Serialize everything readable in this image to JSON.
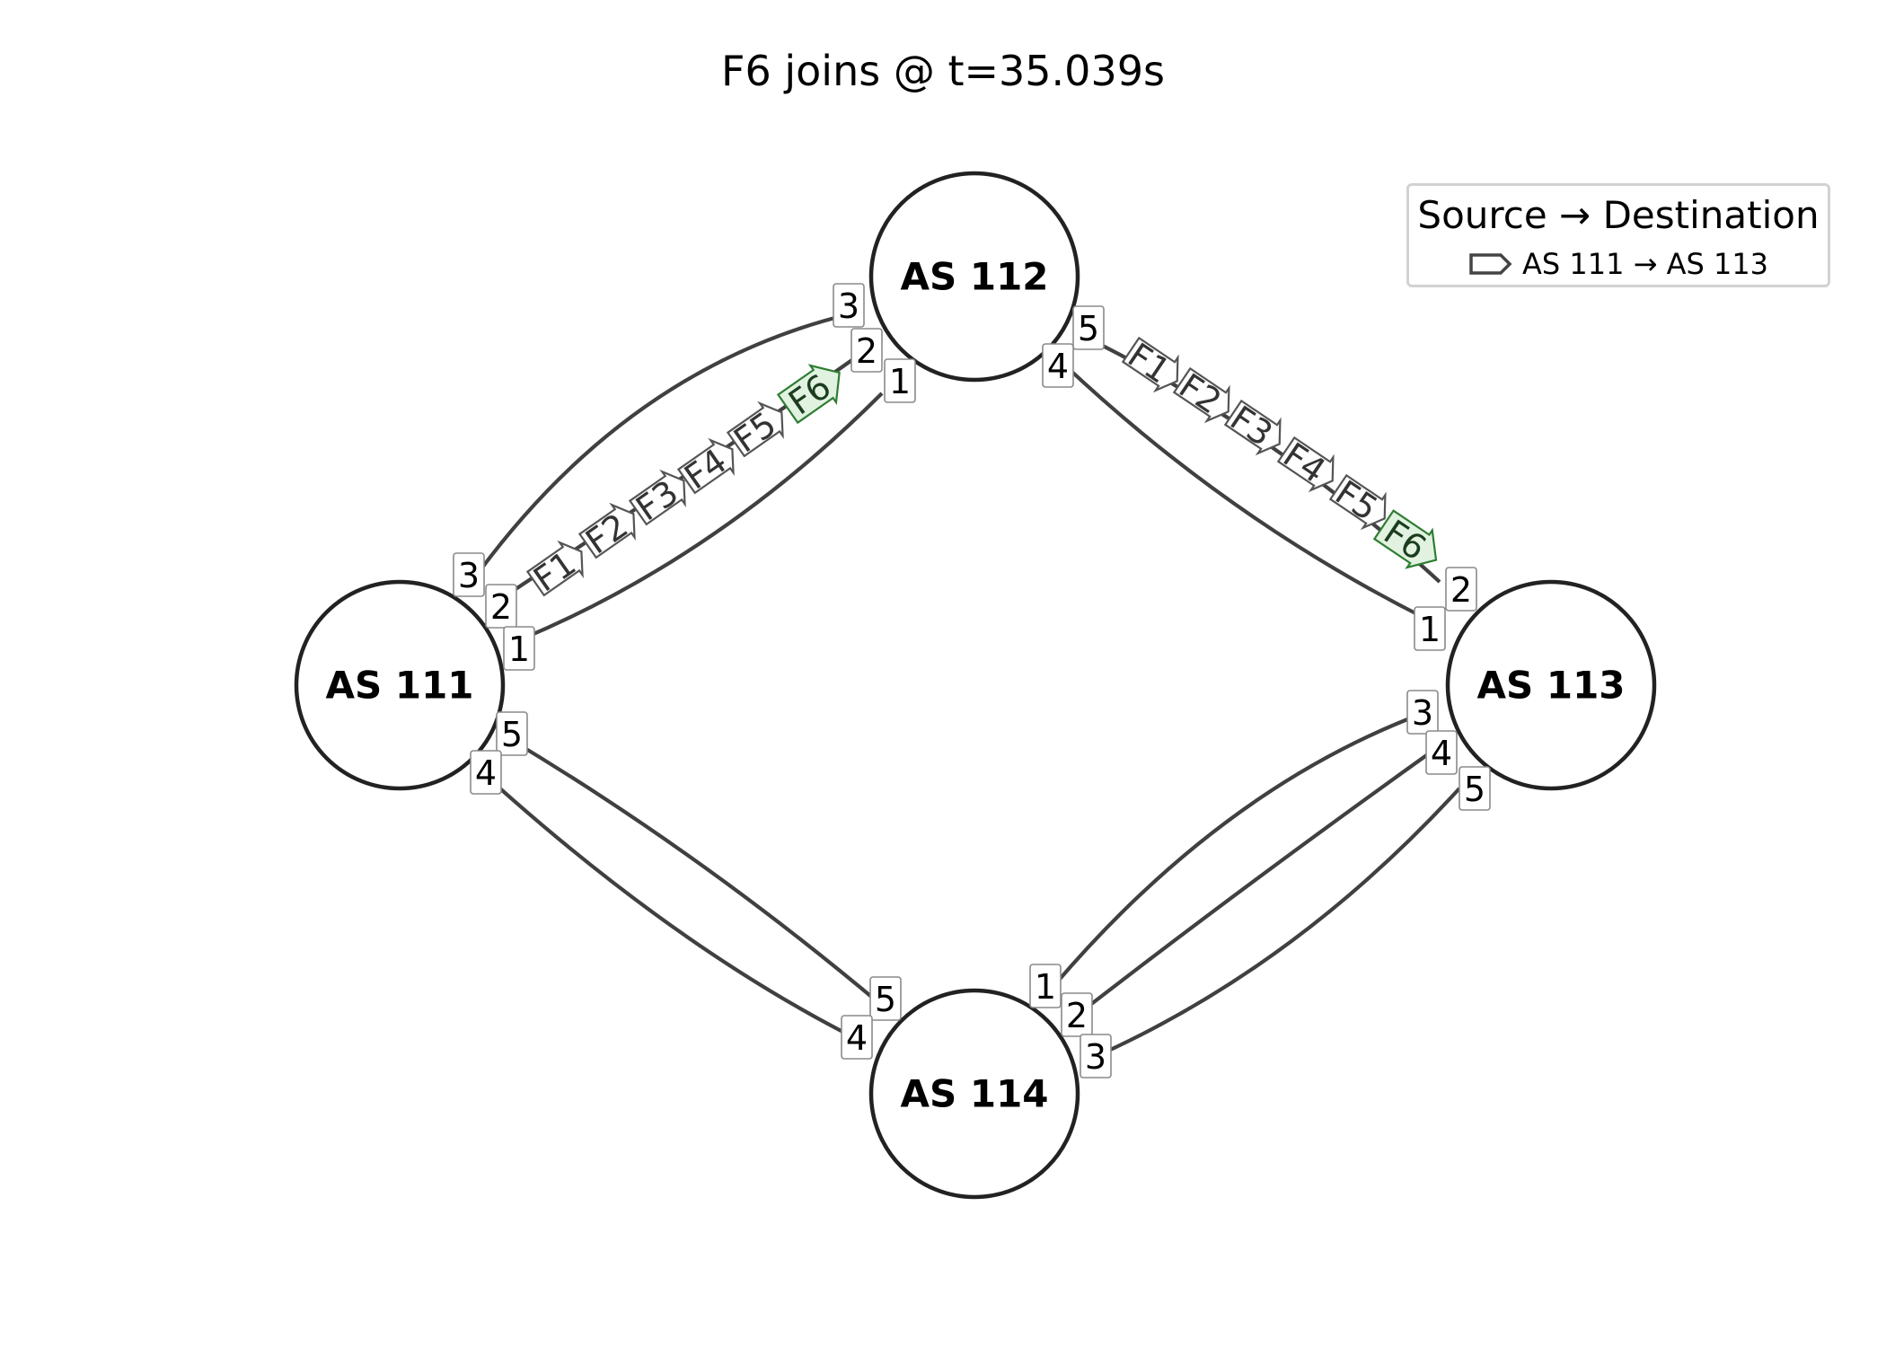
{
  "title": "F6 joins @ t=35.039s",
  "legend": {
    "title": "Source → Destination",
    "entries": [
      {
        "label": "AS 111 → AS 113",
        "icon": "open-arrow-icon",
        "edge_color": "#444444"
      }
    ]
  },
  "colors": {
    "edge": "#404040",
    "flow_fill": "#ffffff",
    "flow_stroke": "#555555",
    "new_flow_fill": "#e1f2e1",
    "new_flow_stroke": "#2e7d32"
  },
  "nodes": [
    {
      "id": "111",
      "label": "AS 111"
    },
    {
      "id": "112",
      "label": "AS 112"
    },
    {
      "id": "113",
      "label": "AS 113"
    },
    {
      "id": "114",
      "label": "AS 114"
    }
  ],
  "links": [
    {
      "from": "111",
      "to": "112",
      "from_port": "3",
      "to_port": "3"
    },
    {
      "from": "111",
      "to": "112",
      "from_port": "2",
      "to_port": "2"
    },
    {
      "from": "111",
      "to": "112",
      "from_port": "1",
      "to_port": "1"
    },
    {
      "from": "112",
      "to": "113",
      "from_port": "5",
      "to_port": "2"
    },
    {
      "from": "112",
      "to": "113",
      "from_port": "4",
      "to_port": "1"
    },
    {
      "from": "111",
      "to": "114",
      "from_port": "5",
      "to_port": "5"
    },
    {
      "from": "111",
      "to": "114",
      "from_port": "4",
      "to_port": "4"
    },
    {
      "from": "114",
      "to": "113",
      "from_port": "1",
      "to_port": "3"
    },
    {
      "from": "114",
      "to": "113",
      "from_port": "2",
      "to_port": "4"
    },
    {
      "from": "114",
      "to": "113",
      "from_port": "3",
      "to_port": "5"
    }
  ],
  "flows": {
    "path": "AS 111 → AS 112 → AS 113",
    "labels": [
      "F1",
      "F2",
      "F3",
      "F4",
      "F5",
      "F6"
    ],
    "joining": "F6"
  }
}
